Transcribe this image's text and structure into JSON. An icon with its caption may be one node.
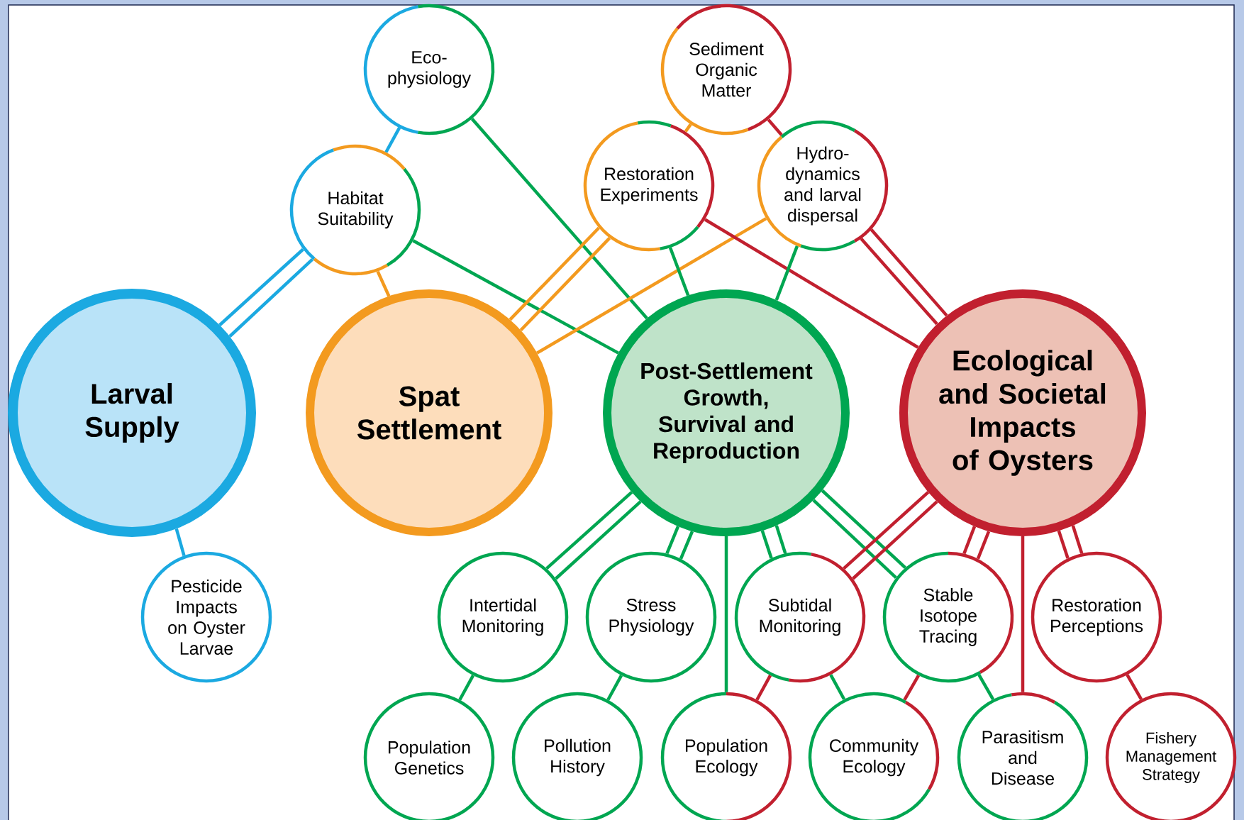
{
  "diagram": {
    "nodes": [
      {
        "text": [
          "Larval Supply"
        ]
      },
      {
        "text": [
          "Spat Settlement"
        ]
      },
      {
        "text": [
          "Post-Settlement Growth, Survival and Reproduction"
        ]
      },
      {
        "text": [
          "Ecological and Societal Impacts of Oysters"
        ]
      },
      {
        "text": [
          "Eco-physiology"
        ]
      },
      {
        "text": [
          "Habitat Suitability"
        ]
      },
      {
        "text": [
          "Sediment Organic Matter"
        ]
      },
      {
        "text": [
          "Restoration Experiments"
        ]
      },
      {
        "text": [
          "Hydro-dynamics and larval dispersal"
        ]
      },
      {
        "text": [
          "Pesticide Impacts on Oyster Larvae"
        ]
      },
      {
        "text": [
          "Intertidal Monitoring"
        ]
      },
      {
        "text": [
          "Stress Physiology"
        ]
      },
      {
        "text": [
          "Subtidal Monitoring"
        ]
      },
      {
        "text": [
          "Stable Isotope Tracing"
        ]
      },
      {
        "text": [
          "Restoration Perceptions"
        ]
      },
      {
        "text": [
          "Population Genetics"
        ]
      },
      {
        "text": [
          "Pollution History"
        ]
      },
      {
        "text": [
          "Population Ecology"
        ]
      },
      {
        "text": [
          "Community Ecology"
        ]
      },
      {
        "text": [
          "Parasitism and Disease"
        ]
      },
      {
        "text": [
          "Fishery Management Strategy"
        ]
      }
    ],
    "edges": [
      {
        "from": 0,
        "to": 5,
        "arrow": "none",
        "color": "#1ba9e1"
      },
      {
        "from": 0,
        "to": 5,
        "arrow": "none",
        "color": "#1ba9e1"
      },
      {
        "from": 5,
        "to": 4,
        "arrow": "none",
        "color": "#1ba9e1"
      },
      {
        "from": 4,
        "to": 2,
        "arrow": "none",
        "color": "#00a651"
      },
      {
        "from": 5,
        "to": 1,
        "arrow": "none",
        "color": "#f39a1f"
      },
      {
        "from": 5,
        "to": 2,
        "arrow": "none",
        "color": "#00a651"
      },
      {
        "from": 1,
        "to": 7,
        "arrow": "none",
        "color": "#f39a1f"
      },
      {
        "from": 1,
        "to": 7,
        "arrow": "none",
        "color": "#f39a1f"
      },
      {
        "from": 7,
        "to": 6,
        "arrow": "none",
        "color": "#f39a1f"
      },
      {
        "from": 1,
        "to": 8,
        "arrow": "none",
        "color": "#f39a1f"
      },
      {
        "from": 7,
        "to": 2,
        "arrow": "none",
        "color": "#00a651"
      },
      {
        "from": 7,
        "to": 3,
        "arrow": "none",
        "color": "#c1202f"
      },
      {
        "from": 8,
        "to": 2,
        "arrow": "none",
        "color": "#00a651"
      },
      {
        "from": 8,
        "to": 3,
        "arrow": "none",
        "color": "#c1202f"
      },
      {
        "from": 8,
        "to": 3,
        "arrow": "none",
        "color": "#c1202f"
      },
      {
        "from": 8,
        "to": 6,
        "arrow": "none",
        "color": "#c1202f"
      },
      {
        "from": 0,
        "to": 9,
        "arrow": "none",
        "color": "#1ba9e1"
      },
      {
        "from": 2,
        "to": 10,
        "arrow": "none",
        "color": "#00a651"
      },
      {
        "from": 2,
        "to": 10,
        "arrow": "none",
        "color": "#00a651"
      },
      {
        "from": 10,
        "to": 15,
        "arrow": "none",
        "color": "#00a651"
      },
      {
        "from": 2,
        "to": 11,
        "arrow": "none",
        "color": "#00a651"
      },
      {
        "from": 2,
        "to": 11,
        "arrow": "none",
        "color": "#00a651"
      },
      {
        "from": 11,
        "to": 16,
        "arrow": "none",
        "color": "#00a651"
      },
      {
        "from": 2,
        "to": 17,
        "arrow": "none",
        "color": "#00a651"
      },
      {
        "from": 2,
        "to": 12,
        "arrow": "none",
        "color": "#00a651"
      },
      {
        "from": 2,
        "to": 12,
        "arrow": "none",
        "color": "#00a651"
      },
      {
        "from": 12,
        "to": 18,
        "arrow": "none",
        "color": "#00a651"
      },
      {
        "from": 2,
        "to": 13,
        "arrow": "none",
        "color": "#00a651"
      },
      {
        "from": 2,
        "to": 13,
        "arrow": "none",
        "color": "#00a651"
      },
      {
        "from": 13,
        "to": 19,
        "arrow": "none",
        "color": "#00a651"
      },
      {
        "from": 3,
        "to": 12,
        "arrow": "none",
        "color": "#c1202f"
      },
      {
        "from": 3,
        "to": 12,
        "arrow": "none",
        "color": "#c1202f"
      },
      {
        "from": 12,
        "to": 17,
        "arrow": "none",
        "color": "#c1202f"
      },
      {
        "from": 3,
        "to": 13,
        "arrow": "none",
        "color": "#c1202f"
      },
      {
        "from": 3,
        "to": 13,
        "arrow": "none",
        "color": "#c1202f"
      },
      {
        "from": 13,
        "to": 18,
        "arrow": "none",
        "color": "#c1202f"
      },
      {
        "from": 3,
        "to": 19,
        "arrow": "none",
        "color": "#c1202f"
      },
      {
        "from": 3,
        "to": 14,
        "arrow": "none",
        "color": "#c1202f"
      },
      {
        "from": 3,
        "to": 14,
        "arrow": "none",
        "color": "#c1202f"
      },
      {
        "from": 14,
        "to": 20,
        "arrow": "none",
        "color": "#c1202f"
      }
    ]
  }
}
